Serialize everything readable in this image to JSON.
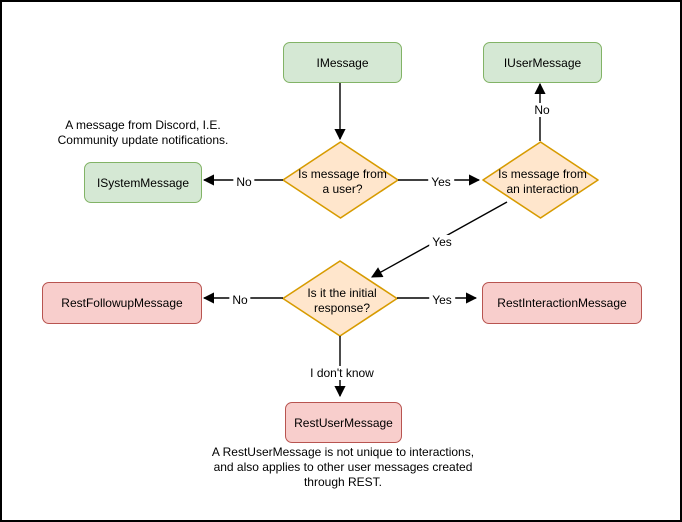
{
  "colors": {
    "green_fill": "#d5e8d4",
    "green_stroke": "#82b366",
    "orange_fill": "#ffe6cc",
    "orange_stroke": "#d79b00",
    "red_fill": "#f8cecc",
    "red_stroke": "#b85450",
    "edge": "#000000"
  },
  "nodes": {
    "imessage": "IMessage",
    "iusermessage": "IUserMessage",
    "isystemmessage": "ISystemMessage",
    "decision_user": "Is message from a user?",
    "decision_interaction": "Is message from an interaction",
    "decision_initial": "Is it the initial response?",
    "restfollowupmessage": "RestFollowupMessage",
    "restinteractionmessage": "RestInteractionMessage",
    "restusermessage": "RestUserMessage"
  },
  "edge_labels": {
    "user_no": "No",
    "user_yes": "Yes",
    "interaction_no": "No",
    "interaction_yes": "Yes",
    "initial_no": "No",
    "initial_yes": "Yes",
    "initial_unknown": "I don't know"
  },
  "annotations": {
    "system_note": "A message from Discord, I.E. Community update notifications.",
    "rest_note": "A RestUserMessage is not unique to interactions, and also applies to other user messages created through REST."
  }
}
